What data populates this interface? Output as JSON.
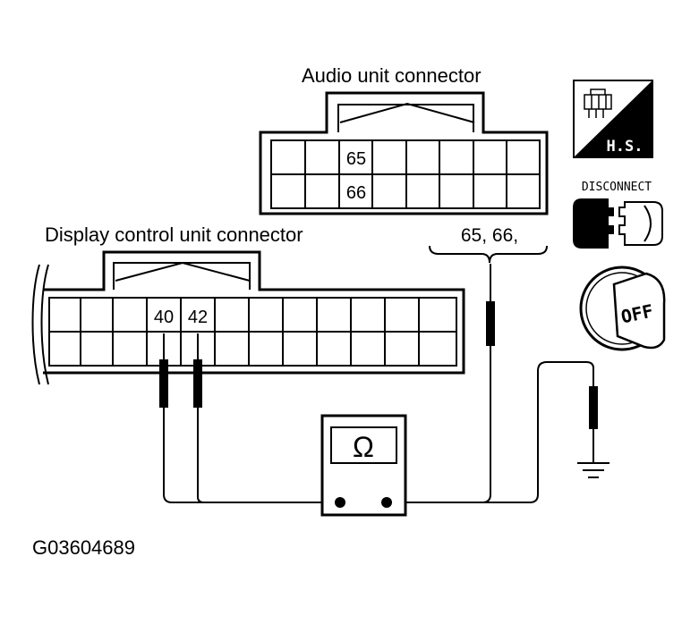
{
  "diagram": {
    "audio_connector_label": "Audio unit connector",
    "display_connector_label": "Display control unit connector",
    "audio_pin_labels": [
      "65",
      "66"
    ],
    "display_pin_labels": [
      "40",
      "42"
    ],
    "audio_bracket_label": "65, 66,",
    "meter_symbol": "Ω",
    "figure_id": "G03604689"
  },
  "conditions": {
    "harness_side": "H.S.",
    "disconnect_label": "DISCONNECT",
    "ignition_label": "OFF"
  },
  "icons": [
    "connector-harness-side-icon",
    "disconnect-connector-icon",
    "ignition-off-key-icon",
    "ground-icon",
    "ohmmeter-icon"
  ],
  "colors": {
    "ink": "#000000",
    "paper": "#ffffff"
  }
}
